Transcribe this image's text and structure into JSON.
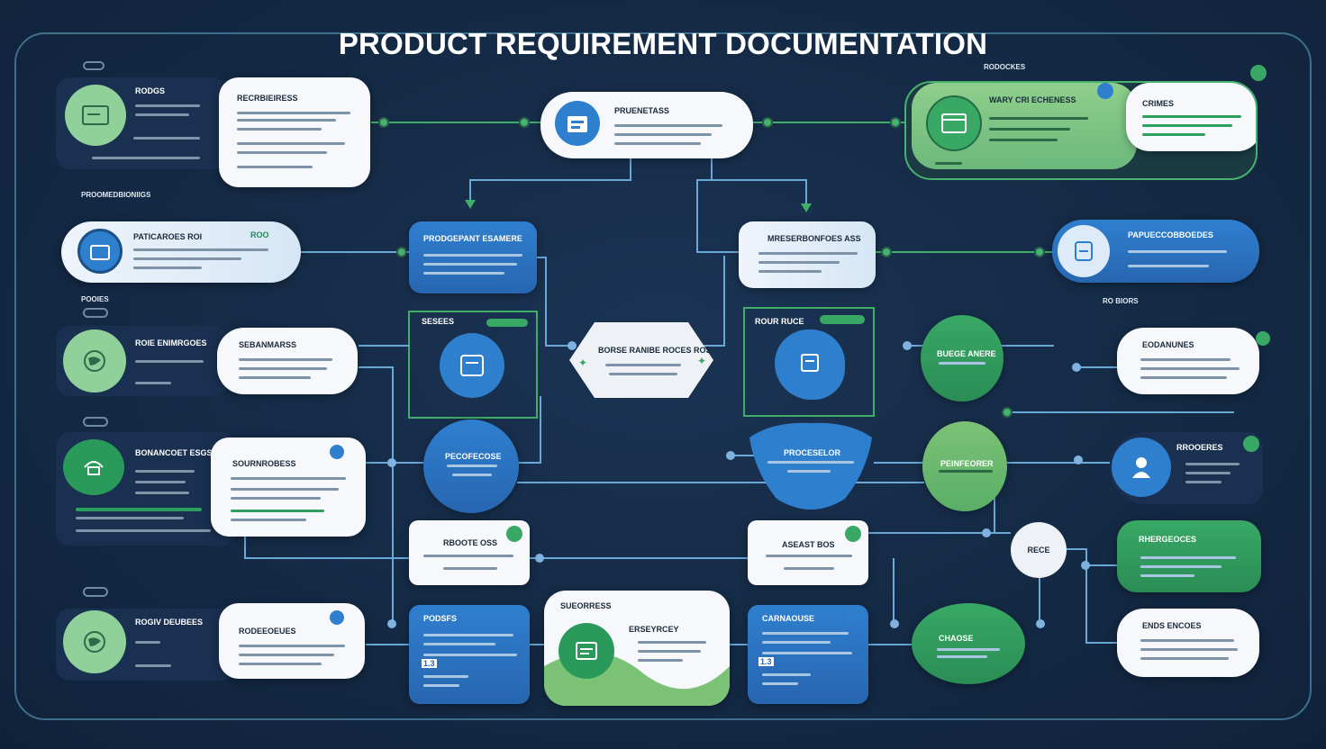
{
  "title": "PRODUCT REQUIREMENT DOCUMENTATION",
  "labels": {
    "top_right_caption": "RODOCKES",
    "left_caption_1": "PROOMEDBIONIIGS",
    "left_1_title": "RODGS",
    "left_1_card": "RECRBIEIRESS",
    "center_top": "PRUENETASS",
    "right_top_panel": "WARY CRI ECHENESS",
    "right_top_card": "CRIMES",
    "row2_left": "PATICAROES ROI",
    "row2_left_tag": "ROO",
    "center_blue_left": "PRODGEPANT ESAMERE",
    "center_lightblue_right": "MRESERBONFOES ASS",
    "row2_right": "PAPUECCOBBOEDES",
    "left_caption_2": "POOIES",
    "left_3_title": "ROIE ENIMRGOES",
    "left_3_card": "SEBANMARSS",
    "center_small_left": "SESEES",
    "diamond": "BORSE RANIBE ROCES ROS",
    "center_small_right": "ROUR RUCE",
    "green_circle_1": "BUEGE ANERE",
    "right_3_card": "EODANUNES",
    "left_4_title": "BONANCOET ESGS",
    "left_4_card": "SOURNROBESS",
    "blue_circle_left": "PECOFECOSE",
    "blob_center": "PROCESELOR",
    "green_circle_2": "PEINFEORER",
    "right_4_card": "RROOERES",
    "small_white_left": "RBOOTE OSS",
    "small_white_right": "ASEAST BOS",
    "node_rect": "RECE",
    "right_5_card": "RHERGEOCES",
    "left_5_title": "ROGIV DEUBEES",
    "left_5_card": "RODEEOEUES",
    "bottom_blue_left": "PODSFS",
    "bottom_center_top": "SUEORRESS",
    "bottom_center_inner": "ERSEYRCEY",
    "bottom_blue_right": "CARNAOUSE",
    "green_circle_3": "CHAOSE",
    "right_6_card": "ENDS ENCOES",
    "bottom_blue_left_num": "1.3",
    "bottom_blue_right_num": "1.3",
    "center_bottom_dots": "",
    "right_caption": "RO BIORS"
  },
  "colors": {
    "background": "#142a45",
    "frame": "#3d6f8c",
    "green": "#39a865",
    "blue": "#2f7fcf",
    "wire_blue": "#6aa8d8",
    "wire_green": "#3fae66"
  }
}
